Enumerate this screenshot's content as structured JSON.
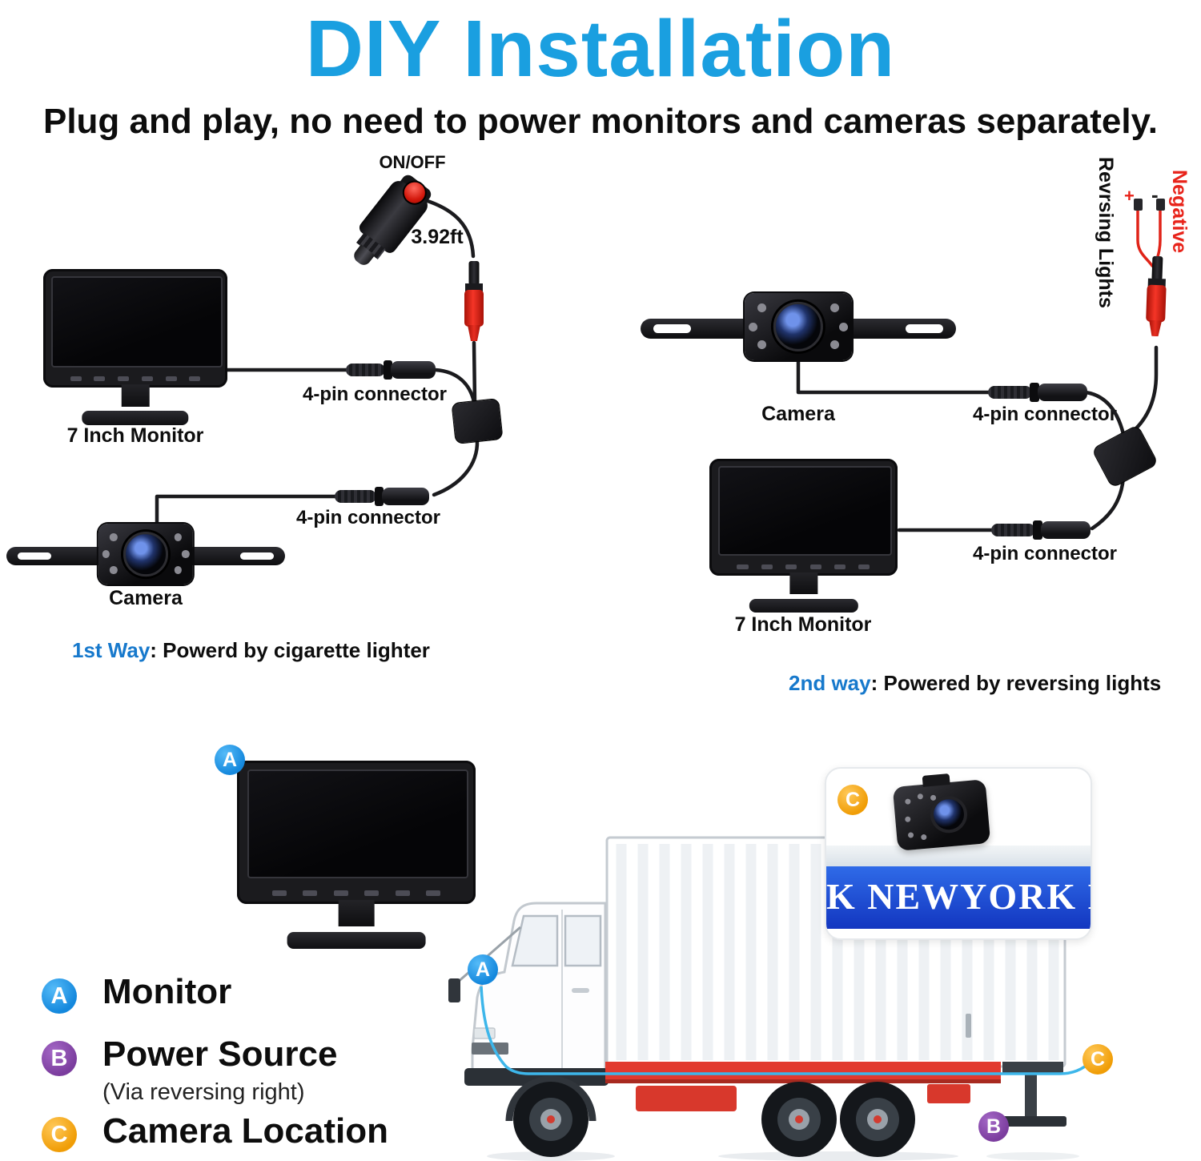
{
  "colors": {
    "title_blue": "#1a9fe0",
    "caption_blue": "#1779cc",
    "negative_red": "#e8231a",
    "badge_blue": "#1d8fe0",
    "badge_purple": "#7b3d9e",
    "badge_orange": "#f2a20c",
    "plate_blue": "#1538c4",
    "route_blue": "#3db6ea"
  },
  "header": {
    "title": "DIY Installation",
    "subtitle": "Plug and play, no need to power monitors and cameras separately."
  },
  "diagram1": {
    "on_off": "ON/OFF",
    "length": "3.92ft",
    "monitor_label": "7 Inch Monitor",
    "connector1_label": "4-pin connector",
    "connector2_label": "4-pin connector",
    "camera_label": "Camera",
    "caption_lead": "1st Way",
    "caption_rest": ": Powerd by cigarette lighter"
  },
  "diagram2": {
    "reversing_label": "Revrsing Lights",
    "negative_label": "Negative",
    "plus": "+",
    "minus": "-",
    "camera_label": "Camera",
    "connector1_label": "4-pin connector",
    "connector2_label": "4-pin connector",
    "monitor_label": "7 Inch Monitor",
    "caption_lead": "2nd way",
    "caption_rest": ": Powered by reversing lights"
  },
  "legend": {
    "items": [
      {
        "letter": "A",
        "label": "Monitor",
        "sublabel": ""
      },
      {
        "letter": "B",
        "label": "Power Source",
        "sublabel": "(Via reversing right)"
      },
      {
        "letter": "C",
        "label": "Camera Location",
        "sublabel": ""
      }
    ]
  },
  "truck": {
    "badge_a": "A",
    "badge_b": "B",
    "badge_c": "C",
    "inset_badge": "C",
    "plate": "K NEWYORK N"
  }
}
